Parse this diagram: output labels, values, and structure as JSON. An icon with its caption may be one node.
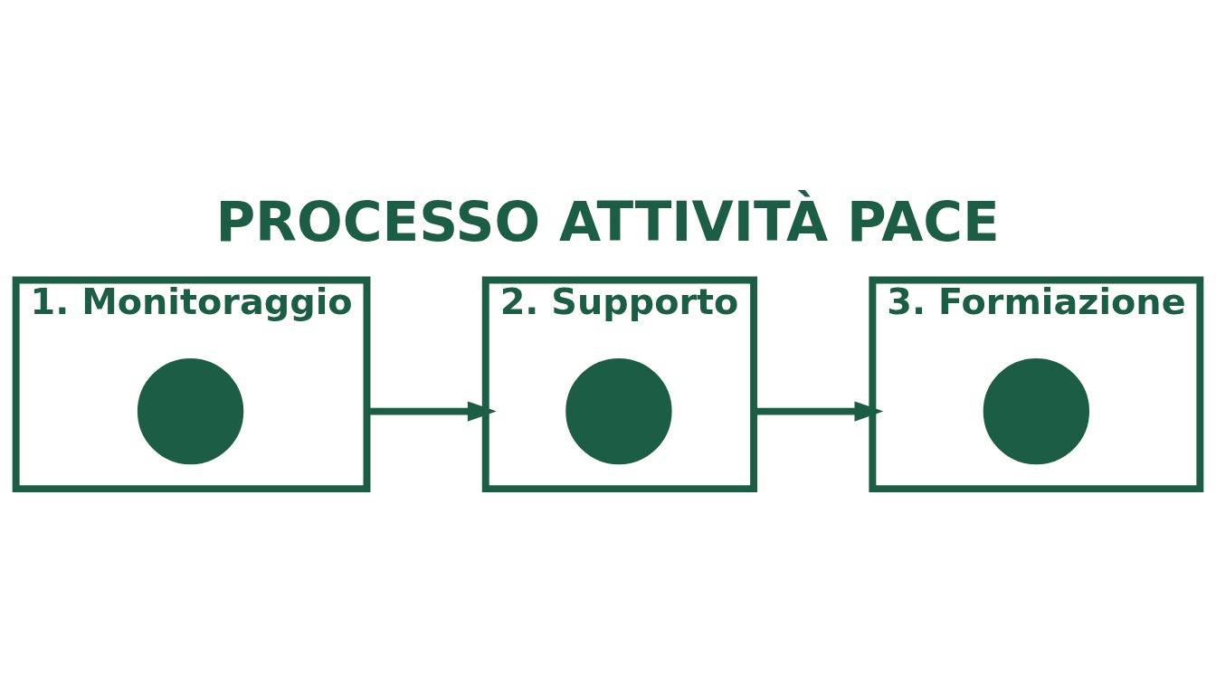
{
  "diagram": {
    "title": "PROCESSO ATTIVITÀ PACE",
    "nodes": [
      {
        "text": [
          "1. Monitoraggio"
        ]
      },
      {
        "text": [],
        "shape": "circle",
        "in": 0
      },
      {
        "text": [
          "2. Supporto"
        ]
      },
      {
        "text": [],
        "shape": "circle",
        "in": 2
      },
      {
        "text": [
          "3. Formiazione"
        ]
      },
      {
        "text": [],
        "shape": "circle",
        "in": 4
      }
    ],
    "edges": [
      {
        "from": 0,
        "to": 2,
        "arrow": "to"
      },
      {
        "from": 2,
        "to": 4,
        "arrow": "to"
      }
    ]
  }
}
